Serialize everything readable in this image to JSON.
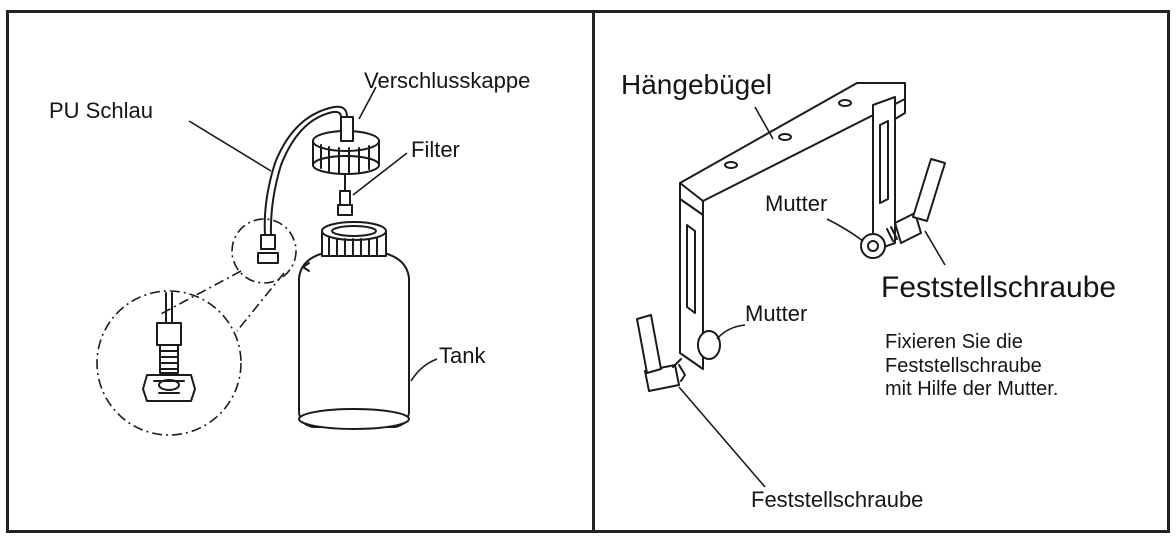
{
  "left_panel": {
    "labels": {
      "hose": "PU Schlau",
      "cap": "Verschlusskappe",
      "filter": "Filter",
      "tank": "Tank"
    }
  },
  "right_panel": {
    "labels": {
      "bracket": "Hängebügel",
      "nut_top": "Mutter",
      "screw_top": "Feststellschraube",
      "nut_bottom": "Mutter",
      "screw_bottom": "Feststellschraube",
      "note": "Fixieren Sie die\nFeststellschraube\nmit Hilfe der Mutter."
    }
  }
}
